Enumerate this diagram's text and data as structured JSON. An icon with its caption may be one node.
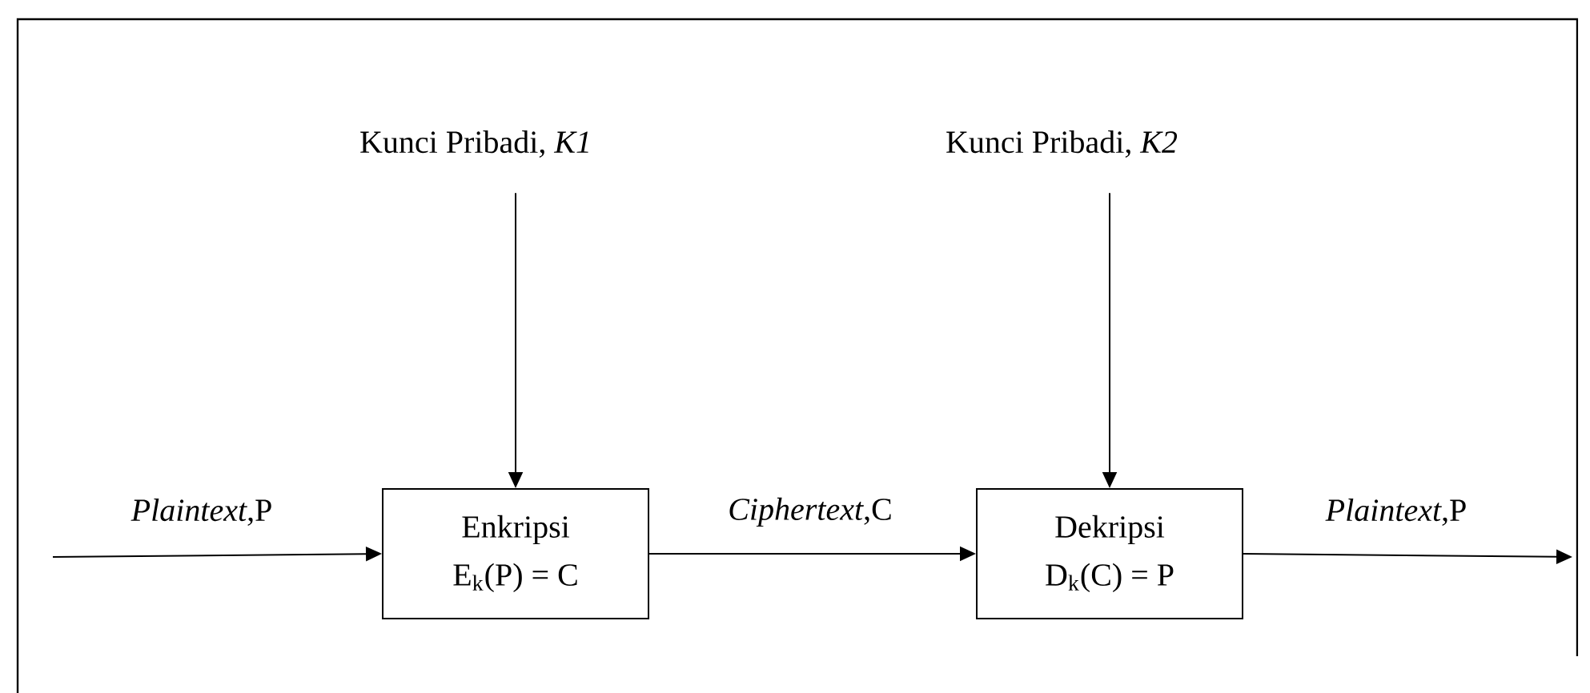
{
  "diagram": {
    "nodes": [
      {
        "text": [
          "Kunci Pribadi, *K1*"
        ]
      },
      {
        "text": [
          "Enkripsi",
          "E$_{k}$(P) = C"
        ]
      },
      {
        "text": [
          "Kunci Pribadi, *K2*"
        ]
      },
      {
        "text": [
          "Dekripsi",
          "D$_{k}$(C) = P"
        ]
      }
    ],
    "edges": [
      {
        "from": null,
        "to": 1,
        "arrow": "to",
        "label": "*Plaintext*,P"
      },
      {
        "from": 0,
        "to": 1,
        "arrow": "to"
      },
      {
        "from": 1,
        "to": 3,
        "arrow": "to",
        "label": "*Ciphertext*,C"
      },
      {
        "from": 2,
        "to": 3,
        "arrow": "to"
      },
      {
        "from": 3,
        "to": null,
        "arrow": "to",
        "label": "*Plaintext*,P"
      }
    ]
  }
}
